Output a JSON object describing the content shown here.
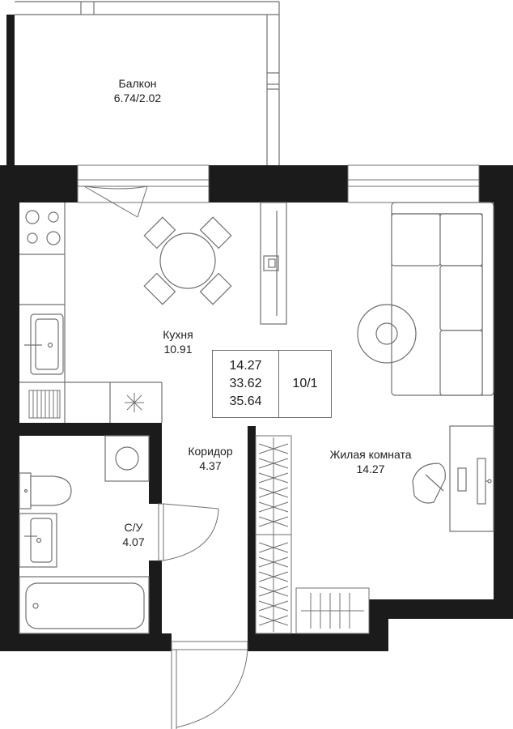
{
  "rooms": {
    "balcony": {
      "name": "Балкон",
      "area": "6.74/2.02"
    },
    "kitchen": {
      "name": "Кухня",
      "area": "10.91"
    },
    "corridor": {
      "name": "Коридор",
      "area": "4.37"
    },
    "bathroom": {
      "name": "С/У",
      "area": "4.07"
    },
    "living": {
      "name": "Жилая комната",
      "area": "14.27"
    }
  },
  "summary": {
    "living_area": "14.27",
    "total_area": "33.62",
    "total_with_balcony": "35.64",
    "floor": "10/1"
  },
  "colors": {
    "wall": "#1b1b1b",
    "line": "#707070",
    "background": "#ffffff"
  }
}
